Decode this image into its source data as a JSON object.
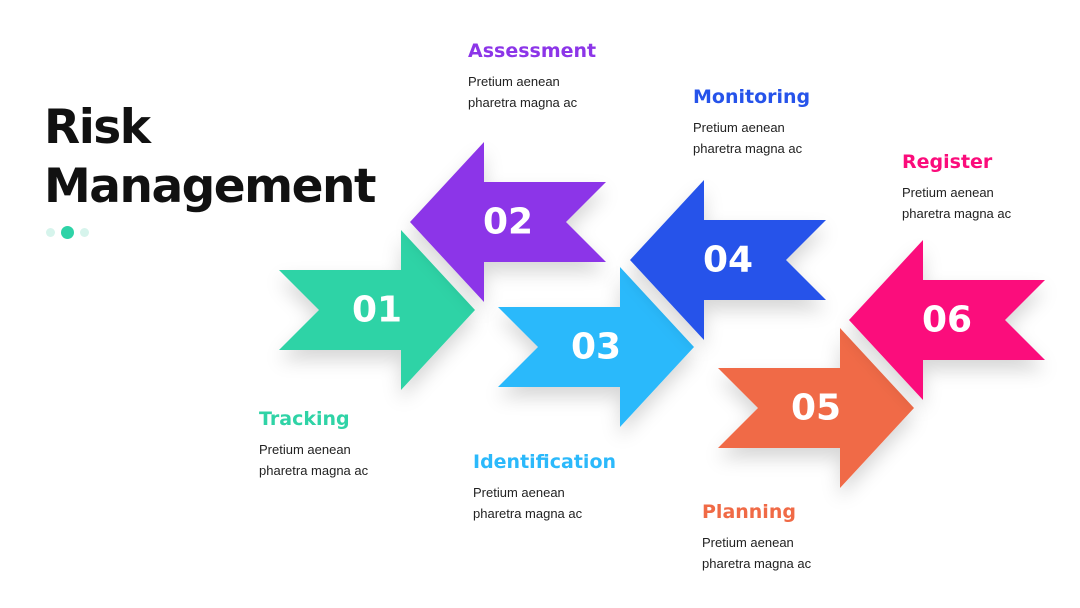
{
  "title": {
    "line1": "Risk",
    "line2": "Management"
  },
  "dots": [
    "#d6f4ec",
    "#2ed3a7",
    "#d6f4ec"
  ],
  "steps": [
    {
      "number": "01",
      "title": "Tracking",
      "desc": "Pretium aenean pharetra magna ac",
      "color": "#2fd3a6",
      "direction": "right"
    },
    {
      "number": "02",
      "title": "Assessment",
      "desc": "Pretium aenean pharetra magna ac",
      "color": "#8c35e8",
      "direction": "left"
    },
    {
      "number": "03",
      "title": "Identification",
      "desc": "Pretium aenean pharetra magna ac",
      "color": "#2bb9fb",
      "direction": "right"
    },
    {
      "number": "04",
      "title": "Monitoring",
      "desc": "Pretium aenean pharetra magna ac",
      "color": "#2653ea",
      "direction": "left"
    },
    {
      "number": "05",
      "title": "Planning",
      "desc": "Pretium aenean pharetra magna ac",
      "color": "#f06a46",
      "direction": "right"
    },
    {
      "number": "06",
      "title": "Register",
      "desc": "Pretium aenean pharetra magna ac",
      "color": "#fb0c7b",
      "direction": "left"
    }
  ]
}
